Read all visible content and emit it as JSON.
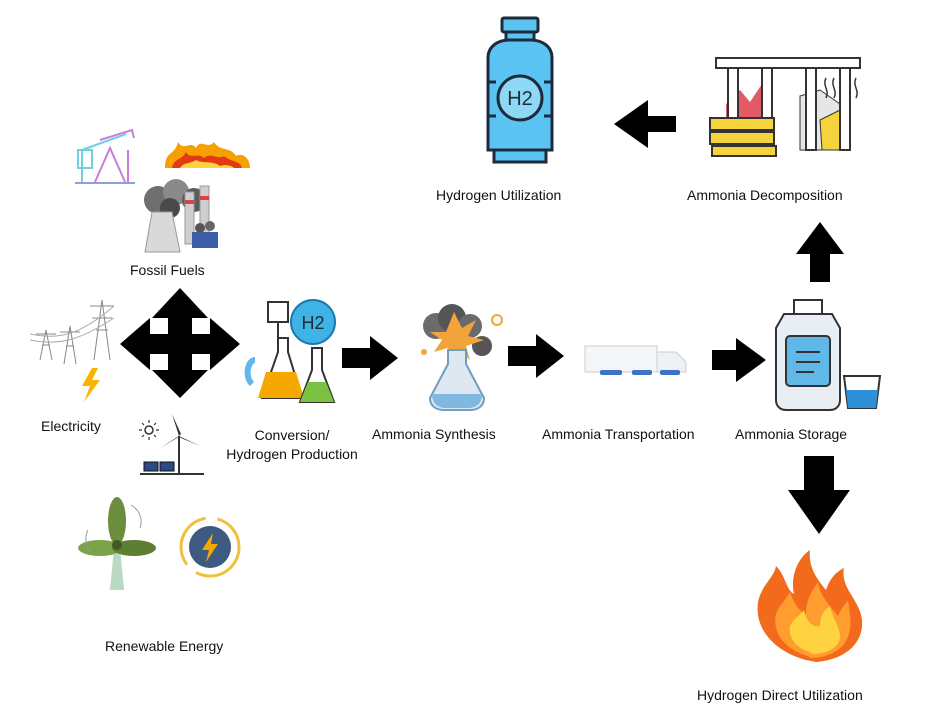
{
  "labels": {
    "fossil_fuels": "Fossil Fuels",
    "electricity": "Electricity",
    "renewable_energy": "Renewable Energy",
    "conversion_line1": "Conversion/",
    "conversion_line2": "Hydrogen Production",
    "ammonia_synthesis": "Ammonia Synthesis",
    "ammonia_transportation": "Ammonia Transportation",
    "ammonia_storage": "Ammonia Storage",
    "ammonia_decomposition": "Ammonia Decomposition",
    "hydrogen_utilization": "Hydrogen Utilization",
    "hydrogen_direct_utilization": "Hydrogen Direct Utilization"
  },
  "icon_text": {
    "h2_tank": "H2",
    "h2_bubble": "H2"
  },
  "colors": {
    "arrow": "#000000",
    "tank_blue": "#5bc4f2",
    "flask_orange": "#f6a800",
    "flask_green": "#7cc242",
    "decomp_yellow": "#f5d33c",
    "flame_orange": "#f26b1d",
    "flame_yellow": "#ffd23f",
    "storage_blue": "#5fb8e8",
    "wind_green": "#6b8e3e"
  }
}
